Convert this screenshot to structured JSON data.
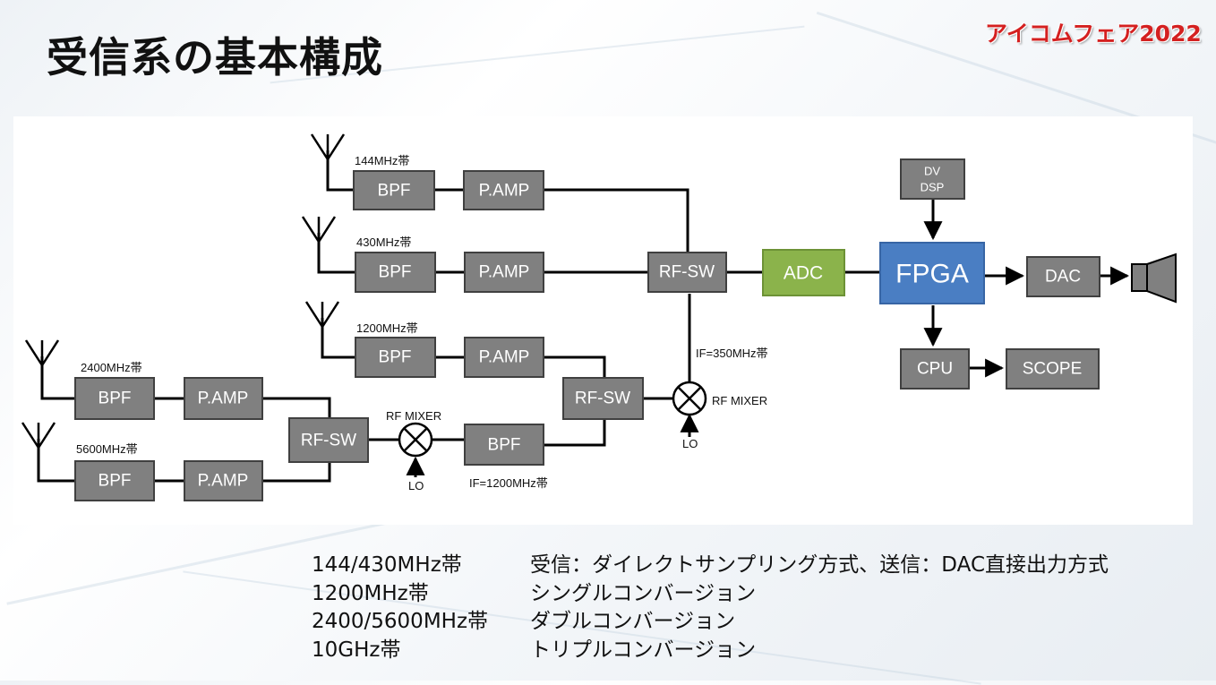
{
  "slide": {
    "title": "受信系の基本構成",
    "logo": "アイコムフェア2022"
  },
  "diagram": {
    "bands": {
      "b144": "144MHz帯",
      "b430": "430MHz帯",
      "b1200": "1200MHz帯",
      "b2400": "2400MHz帯",
      "b5600": "5600MHz帯"
    },
    "blocks": {
      "bpf": "BPF",
      "pamp": "P.AMP",
      "rfsw": "RF-SW",
      "adc": "ADC",
      "fpga": "FPGA",
      "dac": "DAC",
      "cpu": "CPU",
      "scope": "SCOPE",
      "dv_line1": "DV",
      "dv_line2": "DSP"
    },
    "labels": {
      "rf_mixer": "RF MIXER",
      "lo": "LO",
      "if350": "IF=350MHz帯",
      "if1200": "IF=1200MHz帯"
    },
    "colors": {
      "block": "#808080",
      "adc": "#8bb34b",
      "fpga": "#4a7ec3"
    }
  },
  "notes": [
    {
      "band": "144/430MHz帯",
      "desc": "受信：ダイレクトサンプリング方式、送信：DAC直接出力方式"
    },
    {
      "band": "1200MHz帯",
      "desc": "シングルコンバージョン"
    },
    {
      "band": "2400/5600MHz帯",
      "desc": "ダブルコンバージョン"
    },
    {
      "band": "10GHz帯",
      "desc": "トリプルコンバージョン"
    }
  ]
}
